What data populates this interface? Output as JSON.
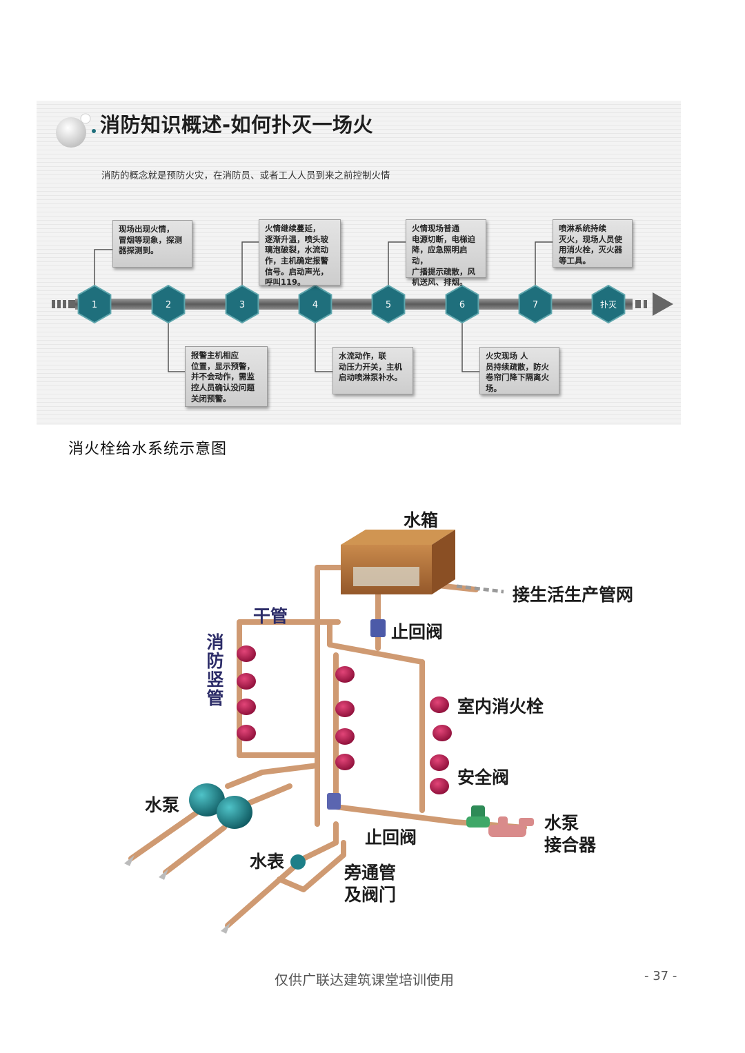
{
  "slide": {
    "title": "消防知识概述-如何扑灭一场火",
    "subtitle": "消防的概念就是预防火灾，在消防员、或者工人人员到来之前控制火情",
    "steps": [
      {
        "label": "1",
        "text": "现场出现火情，\n冒烟等现象，探测\n器探测到。"
      },
      {
        "label": "2",
        "text": "报警主机相应\n位置，显示预警，\n并不会动作，需监\n控人员确认没问题\n关闭预警。"
      },
      {
        "label": "3",
        "text": "火情继续蔓延，\n逐渐升温，喷头玻\n璃泡破裂，水流动\n作，主机确定报警\n信号。启动声光，\n呼叫119。"
      },
      {
        "label": "4",
        "text": "水流动作，联\n动压力开关，主机\n启动喷淋泵补水。"
      },
      {
        "label": "5",
        "text": "火情现场普通\n电源切断，电梯迫\n降，应急照明启动，\n广播提示疏散，风\n机送风、排烟。"
      },
      {
        "label": "6",
        "text": "火灾现场 人\n员持续疏散，防火\n卷帘门降下隔离火\n场。"
      },
      {
        "label": "7",
        "text": "喷淋系统持续\n灭火，现场人员使\n用消火栓，灭火器\n等工具。"
      },
      {
        "label": "扑灭",
        "text": ""
      }
    ],
    "colors": {
      "hexagon": "#1f6f7c",
      "hexagon_edge": "#5fa6ad",
      "track": "#6b6b6b"
    }
  },
  "diagram": {
    "heading": "消火栓给水系统示意图",
    "labels": {
      "tank": "水箱",
      "domestic_network": "接生活生产管网",
      "main_pipe": "干管",
      "riser": "消防竖管",
      "check_valve_top": "止回阀",
      "indoor_hydrant": "室内消火栓",
      "safety_valve": "安全阀",
      "pump": "水泵",
      "pump_connector": "水泵\n接合器",
      "check_valve_bottom": "止回阀",
      "water_meter": "水表",
      "bypass": "旁通管\n及阀门"
    },
    "colors": {
      "pipe": "#cf9a72",
      "hydrant": "#b0174b",
      "pump": "#1d7f88",
      "tank": "#b9773c",
      "safety_valve": "#2e8b57"
    }
  },
  "footer": {
    "note": "仅供广联达建筑课堂培训使用",
    "page": "- 37 -"
  }
}
